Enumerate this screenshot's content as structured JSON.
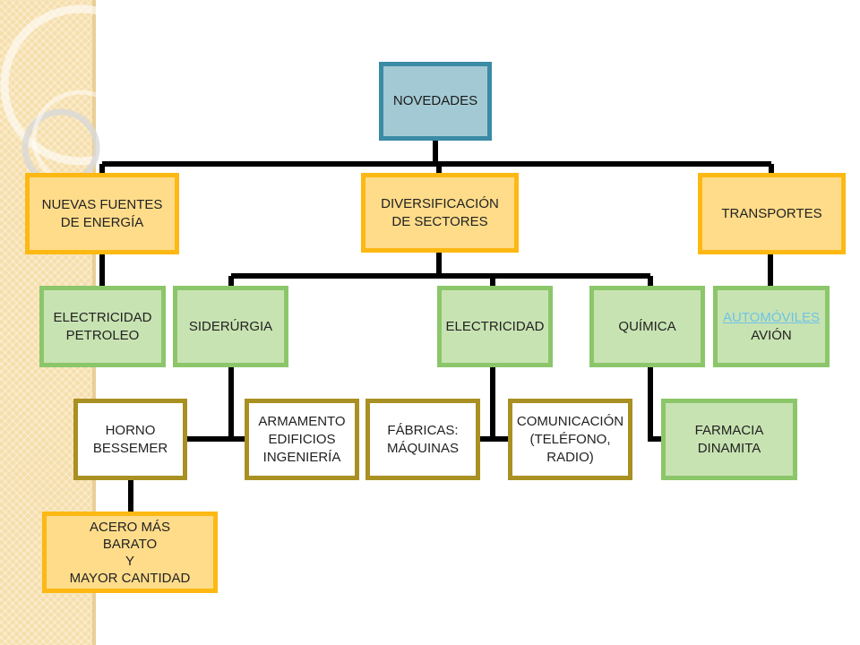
{
  "root": {
    "line1": "NOVEDADES"
  },
  "energia": {
    "line1": "NUEVAS FUENTES",
    "line2": "DE ENERGÍA"
  },
  "energia_sub": {
    "line1": "ELECTRICIDAD",
    "line2": "PETROLEO"
  },
  "diversificacion": {
    "line1": "DIVERSIFICACIÓN",
    "line2": "DE SECTORES"
  },
  "transportes": {
    "line1": "TRANSPORTES"
  },
  "transportes_sub": {
    "link": "AUTOMÓVILES",
    "line2": "AVIÓN"
  },
  "siderurgia": {
    "line1": "SIDERÚRGIA"
  },
  "electricidad": {
    "line1": "ELECTRICIDAD"
  },
  "quimica": {
    "line1": "QUÍMICA"
  },
  "horno": {
    "line1": "HORNO",
    "line2": "BESSEMER"
  },
  "armamento": {
    "line1": "ARMAMENTO",
    "line2": "EDIFICIOS",
    "line3": "INGENIERÍA"
  },
  "acero": {
    "line1": "ACERO MÁS",
    "line2": "BARATO",
    "line3": "Y",
    "line4": "MAYOR CANTIDAD"
  },
  "fabricas": {
    "line1": "FÁBRICAS:",
    "line2": "MÁQUINAS"
  },
  "comunicacion": {
    "line1": "COMUNICACIÓN",
    "line2": "(TELÉFONO,",
    "line3": "RADIO)"
  },
  "farmacia": {
    "line1": "FARMACIA",
    "line2": "DINAMITA"
  },
  "colors": {
    "root_fill": "#a3cad4",
    "root_border": "#3b8aa6",
    "orange_fill": "#fedc8a",
    "orange_border": "#fdb813",
    "green_fill": "#c8e3b2",
    "green_border": "#8cc66a",
    "olive_border": "#a99022",
    "connector": "#000000",
    "link": "#6ec3e8"
  }
}
